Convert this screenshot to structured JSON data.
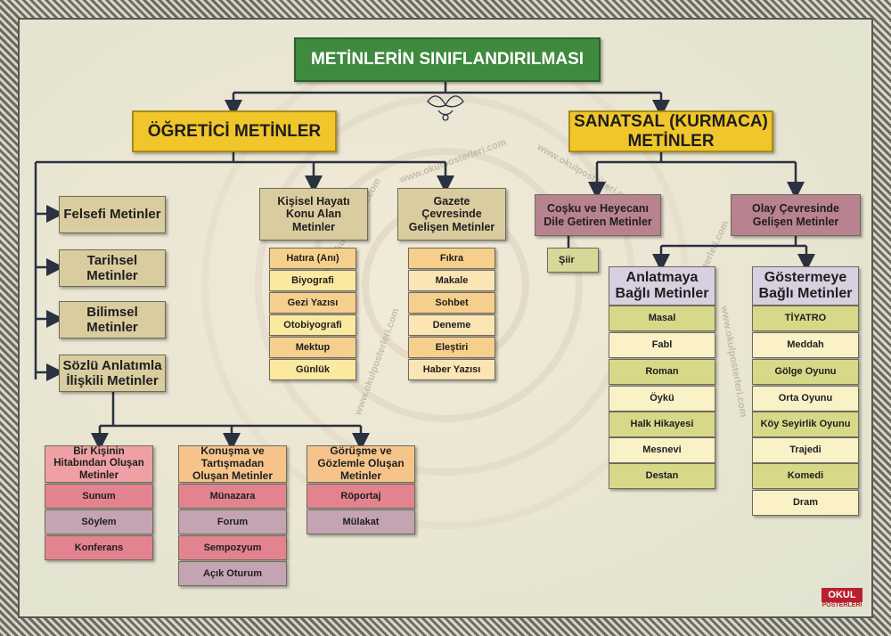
{
  "title": "METİNLERİN SINIFLANDIRILMASI",
  "ogretici": {
    "label": "ÖĞRETİCİ METİNLER",
    "felsefi": "Felsefi Metinler",
    "tarihsel": "Tarihsel Metinler",
    "bilimsel": "Bilimsel Metinler",
    "sozlu": "Sözlü Anlatımla İlişkili Metinler",
    "kisisel": {
      "label": "Kişisel Hayatı Konu Alan Metinler",
      "items": [
        "Hatıra (Anı)",
        "Biyografi",
        "Gezi Yazısı",
        "Otobiyografi",
        "Mektup",
        "Günlük"
      ]
    },
    "gazete": {
      "label": "Gazete Çevresinde Gelişen Metinler",
      "items": [
        "Fıkra",
        "Makale",
        "Sohbet",
        "Deneme",
        "Eleştiri",
        "Haber Yazısı"
      ]
    },
    "hitabet": {
      "label": "Bir Kişinin Hitabından Oluşan Metinler",
      "items": [
        "Sunum",
        "Söylem",
        "Konferans"
      ]
    },
    "konusma": {
      "label": "Konuşma ve Tartışmadan Oluşan Metinler",
      "items": [
        "Münazara",
        "Forum",
        "Sempozyum",
        "Açık Oturum"
      ]
    },
    "gorusme": {
      "label": "Görüşme ve Gözlemle Oluşan Metinler",
      "items": [
        "Röportaj",
        "Mülakat"
      ]
    }
  },
  "sanatsal": {
    "label": "SANATSAL (KURMACA) METİNLER",
    "cosku": {
      "label": "Coşku ve Heyecanı Dile Getiren Metinler",
      "items": [
        "Şiir"
      ]
    },
    "olay": {
      "label": "Olay Çevresinde Gelişen Metinler"
    },
    "anlatmaya": {
      "label": "Anlatmaya Bağlı Metinler",
      "items": [
        "Masal",
        "Fabl",
        "Roman",
        "Öykü",
        "Halk Hikayesi",
        "Mesnevi",
        "Destan"
      ]
    },
    "gostermeye": {
      "label": "Göstermeye Bağlı Metinler",
      "items": [
        "TİYATRO",
        "Meddah",
        "Gölge Oyunu",
        "Orta Oyunu",
        "Köy Seyirlik Oyunu",
        "Trajedi",
        "Komedi",
        "Dram"
      ]
    }
  },
  "watermark": "www.okulposterleri.com",
  "logo": {
    "main": "OKUL",
    "sub": "POSTERLERİ"
  },
  "colors": {
    "title_bg": "#3f8a3e",
    "category_bg": "#f0c62a",
    "tan": "#d9cc9f",
    "mauve": "#b88290",
    "lilac": "#d8cfe0",
    "peach": "#f6c48b",
    "pink": "#eea0a4",
    "olive": "#d8d889",
    "connector": "#2a3140"
  }
}
